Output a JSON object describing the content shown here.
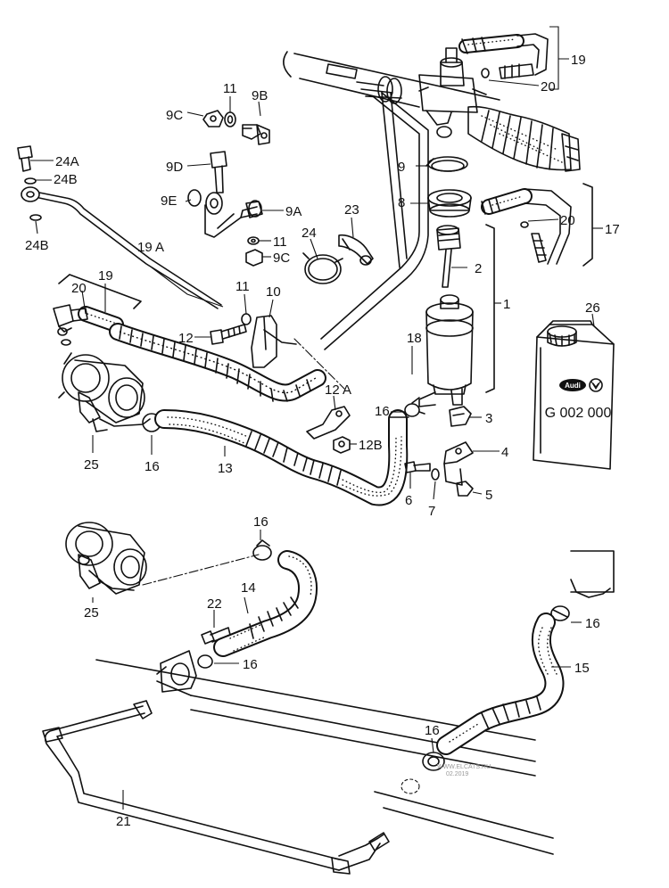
{
  "labels": {
    "l19_top": "19",
    "l20_top": "20",
    "l11_top": "11",
    "l9B": "9B",
    "l9C_top": "9C",
    "l24A": "24A",
    "l24B_a": "24B",
    "l24B_b": "24B",
    "l9D": "9D",
    "l9E": "9E",
    "l9A": "9A",
    "l9_cap": "9",
    "l8": "8",
    "l23": "23",
    "l24": "24",
    "l11_mid": "11",
    "l9C_mid": "9C",
    "l19A": "19 A",
    "l2": "2",
    "l20_right": "20",
    "l17": "17",
    "l19_left": "19",
    "l20_left": "20",
    "l11_clamp": "11",
    "l10": "10",
    "l1": "1",
    "l26": "26",
    "l12": "12",
    "l18": "18",
    "l12A": "12 A",
    "l16_a": "16",
    "l3": "3",
    "l12B": "12B",
    "l4": "4",
    "l25_top": "25",
    "l16_b": "16",
    "l13": "13",
    "l6": "6",
    "l7": "7",
    "l5": "5",
    "l16_c": "16",
    "l14": "14",
    "l22": "22",
    "l25_bottom": "25",
    "l16_d": "16",
    "l16_e": "16",
    "l15": "15",
    "l16_f": "16",
    "l21": "21"
  },
  "oil_can": {
    "brand": "Audi",
    "part_number": "G 002 000"
  },
  "watermark": {
    "line1": "WWW.ELCATS.RU",
    "line2": "02.2019"
  }
}
